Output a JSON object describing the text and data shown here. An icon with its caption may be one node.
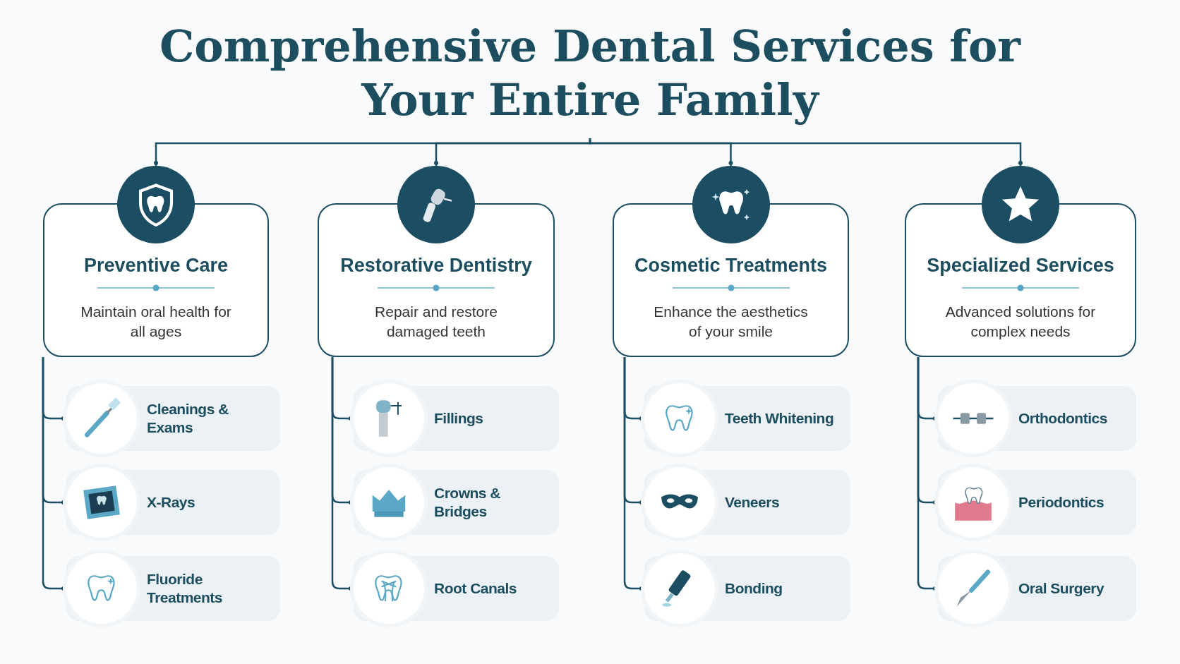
{
  "diagram": {
    "title": "Comprehensive Dental Services for Your Entire Family",
    "nodes": [
      {
        "text": [
          "Preventive Care",
          "Maintain oral health for all ages"
        ]
      },
      {
        "text": [
          "Restorative Dentistry",
          "Repair and restore damaged teeth"
        ]
      },
      {
        "text": [
          "Cosmetic Treatments",
          "Enhance the aesthetics of your smile"
        ]
      },
      {
        "text": [
          "Specialized Services",
          "Advanced solutions for complex needs"
        ]
      },
      {
        "text": [
          "Cleanings & Exams"
        ]
      },
      {
        "text": [
          "X-Rays"
        ]
      },
      {
        "text": [
          "Fluoride Treatments"
        ]
      },
      {
        "text": [
          "Fillings"
        ]
      },
      {
        "text": [
          "Crowns & Bridges"
        ]
      },
      {
        "text": [
          "Root Canals"
        ]
      },
      {
        "text": [
          "Teeth Whitening"
        ]
      },
      {
        "text": [
          "Veneers"
        ]
      },
      {
        "text": [
          "Bonding"
        ]
      },
      {
        "text": [
          "Orthodontics"
        ]
      },
      {
        "text": [
          "Periodontics"
        ]
      },
      {
        "text": [
          "Oral Surgery"
        ]
      }
    ],
    "edges": [
      {
        "from": null,
        "to": 0,
        "arrow": "other"
      },
      {
        "from": null,
        "to": 1,
        "arrow": "other"
      },
      {
        "from": null,
        "to": 2,
        "arrow": "other"
      },
      {
        "from": null,
        "to": 3,
        "arrow": "other"
      },
      {
        "from": 0,
        "to": 4,
        "arrow": "other"
      },
      {
        "from": 0,
        "to": 5,
        "arrow": "other"
      },
      {
        "from": 0,
        "to": 6,
        "arrow": "other"
      },
      {
        "from": 1,
        "to": 7,
        "arrow": "other"
      },
      {
        "from": 1,
        "to": 8,
        "arrow": "other"
      },
      {
        "from": 1,
        "to": 9,
        "arrow": "other"
      },
      {
        "from": 2,
        "to": 10,
        "arrow": "other"
      },
      {
        "from": 2,
        "to": 11,
        "arrow": "other"
      },
      {
        "from": 2,
        "to": 12,
        "arrow": "other"
      },
      {
        "from": 3,
        "to": 13,
        "arrow": "other"
      },
      {
        "from": 3,
        "to": 14,
        "arrow": "other"
      },
      {
        "from": 3,
        "to": 15,
        "arrow": "other"
      }
    ]
  }
}
